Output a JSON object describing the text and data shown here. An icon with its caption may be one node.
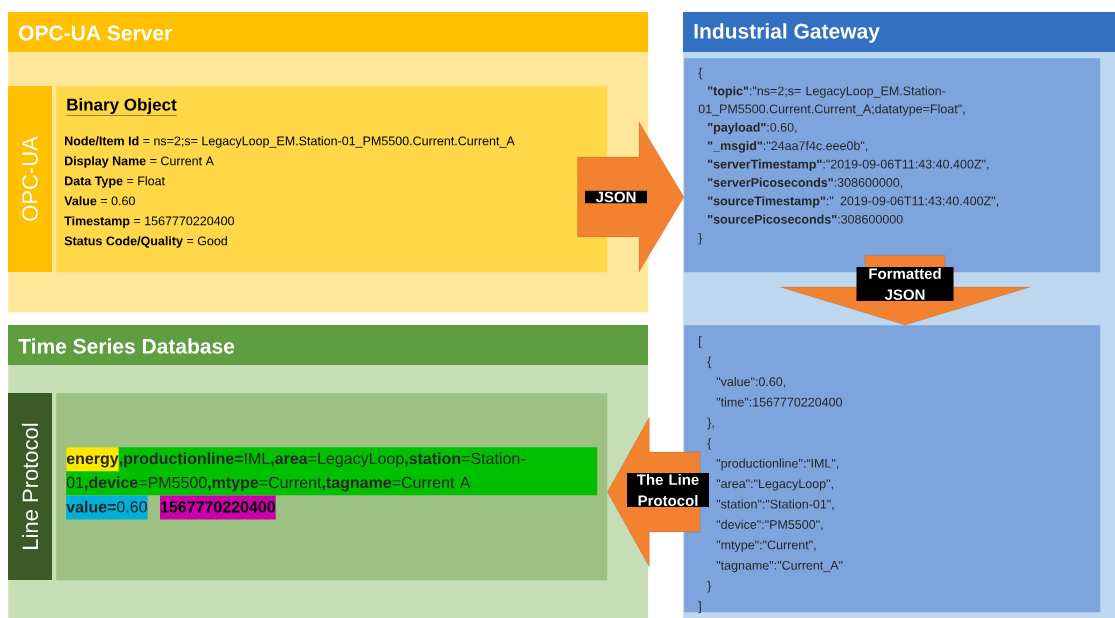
{
  "diagram": {
    "nodes": [
      {
        "text": [
          "OPC-UA Server"
        ]
      },
      {
        "text": [
          "OPC-UA"
        ],
        "in": 0
      },
      {
        "text": [
          "Binary Object",
          "**Node/Item Id** = ns=2;s= LegacyLoop_EM.Station-01_PM5500.Current.Current_A",
          "**Display Name** = Current A",
          "**Data Type** = Float",
          "**Value** = 0.60",
          "**Timestamp** = 1567770220400",
          "**Status Code/Quality** = Good"
        ],
        "in": 0
      },
      {
        "text": [
          "Industrial Gateway"
        ]
      },
      {
        "text": [
          "{",
          "**\"topic\"**:\"ns=2;s= LegacyLoop_EM.Station-01_PM5500.Current.Current_A;datatype=Float\",",
          "**\"payload\"**:0.60,",
          "**\"_msgid\"**:\"24aa7f4c.eee0b\",",
          "**\"serverTimestamp\"**:\"2019-09-06T11:43:40.400Z\",",
          "**\"serverPicoseconds\"**:308600000,",
          "**\"sourceTimestamp\"**:\" 2019-09-06T11:43:40.400Z\",",
          "**\"sourcePicoseconds\"**:308600000",
          "}"
        ],
        "in": 3
      },
      {
        "text": [
          "[",
          "{",
          "\"value\":0.60,",
          "\"time\":1567770220400",
          "},",
          "{",
          "\"productionline\":“IML\",",
          "\"area\":\"LegacyLoop\",",
          "\"station\":\"Station-01\",",
          "\"device\":\"PM5500\",",
          "\"mtype\":\"Current\",",
          "\"tagname\":\"Current_A\"",
          "}",
          "]"
        ],
        "in": 3
      },
      {
        "text": [
          "Time Series Database"
        ]
      },
      {
        "text": [
          "Line Protocol"
        ],
        "in": 6
      },
      {
        "text": [
          "energy",
          "**,productionline=**IML**,area**=LegacyLoop**,station**=Station-01**,device**=PM5500**,mtype**=Current**,tagname**=Current A",
          "**value=**0.60",
          "1567770220400"
        ],
        "in": 6
      }
    ],
    "edges": [
      {
        "from": 2,
        "to": 4,
        "arrow": "to",
        "label": "JSON"
      },
      {
        "from": 4,
        "to": 5,
        "arrow": "to",
        "label": "Formatted JSON"
      },
      {
        "from": 5,
        "to": 8,
        "arrow": "to",
        "label": "The Line Protocol"
      }
    ]
  }
}
